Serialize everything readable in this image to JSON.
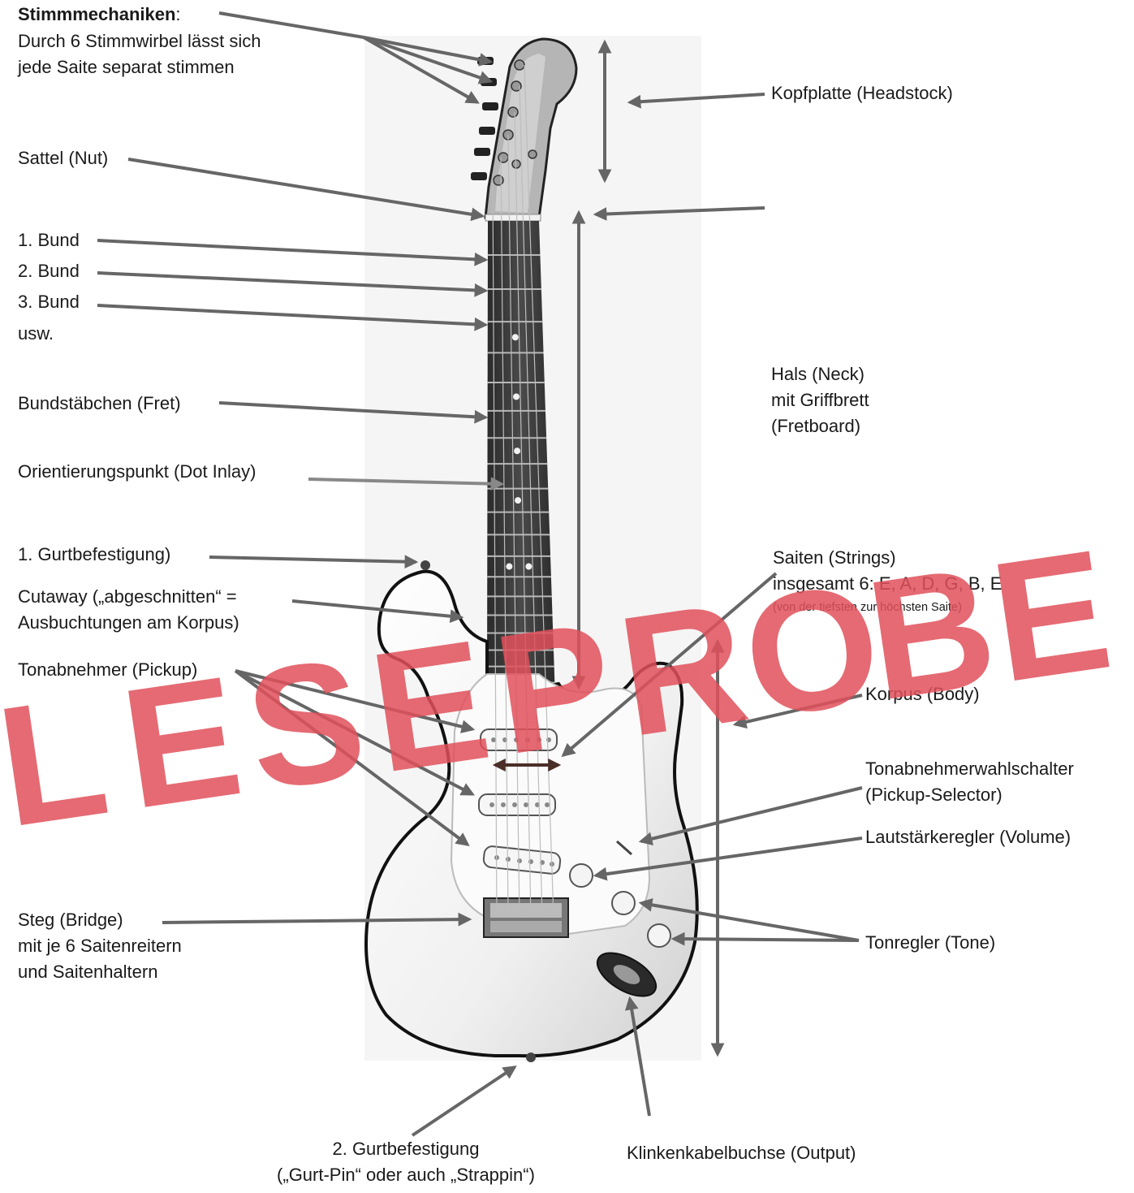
{
  "labels": {
    "tuners_title": "Stimmmechaniken",
    "tuners_colon": ":",
    "tuners_line1": "Durch 6 Stimmwirbel lässt sich",
    "tuners_line2": "jede Saite separat stimmen",
    "nut": "Sattel (Nut)",
    "fret1": "1. Bund",
    "fret2": "2. Bund",
    "fret3": "3. Bund",
    "etc": "usw.",
    "fret_wire": "Bundstäbchen (Fret)",
    "dot_inlay": "Orientierungspunkt (Dot Inlay)",
    "strap1": "1. Gurtbefestigung)",
    "cutaway_line1": "Cutaway („abgeschnitten“ =",
    "cutaway_line2": "Ausbuchtungen am Korpus)",
    "pickup": "Tonabnehmer (Pickup)",
    "bridge_line1": "Steg (Bridge)",
    "bridge_line2": "mit je 6 Saitenreitern",
    "bridge_line3": "und Saitenhaltern",
    "strap2_line1": "2. Gurtbefestigung",
    "strap2_line2": "(„Gurt-Pin“ oder auch „Strappin“)",
    "output": "Klinkenkabelbuchse (Output)",
    "headstock": "Kopfplatte (Headstock)",
    "neck_line1": "Hals (Neck)",
    "neck_line2": "mit Griffbrett",
    "neck_line3": "(Fretboard)",
    "strings_line1": "Saiten (Strings)",
    "strings_line2": "insgesamt 6: E, A, D, G, B, E",
    "strings_line3": "(von der tiefsten zur höchsten Saite)",
    "body": "Korpus (Body)",
    "selector_line1": "Tonabnehmerwahlschalter",
    "selector_line2": "(Pickup-Selector)",
    "volume": "Lautstärkeregler (Volume)",
    "tone": "Tonregler (Tone)"
  },
  "watermark": "LESEPROBE",
  "colors": {
    "arrow": "#666666",
    "watermark": "#e0505a",
    "text": "#1a1a1a",
    "photo_bg": "#f5f5f5"
  }
}
